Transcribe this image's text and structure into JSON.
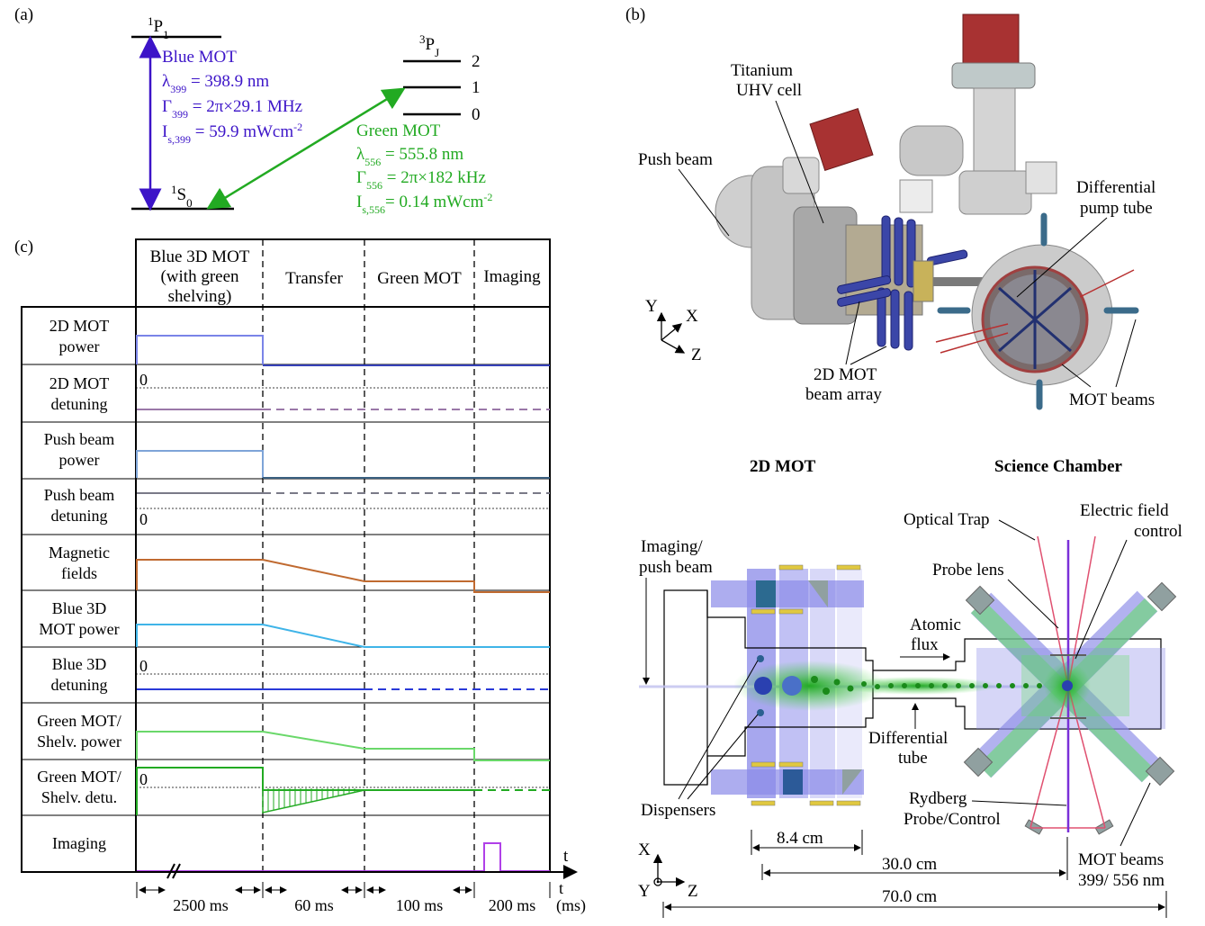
{
  "panel_a": {
    "label": "(a)",
    "level_1p1": "1",
    "level_1p1_b": "P",
    "level_1p1_c": "1",
    "level_1s0_a": "1",
    "level_1s0_b": "S",
    "level_1s0_c": "0",
    "level_3pj_a": "3",
    "level_3pj_b": "P",
    "level_3pj_c": "J",
    "sublevel_2": "2",
    "sublevel_1": "1",
    "sublevel_0": "0",
    "blue_title": "Blue MOT",
    "blue_l1": "λ399 = 398.9 nm",
    "blue_l1_a": "λ",
    "blue_l1_b": "399",
    "blue_l1_c": " = 398.9 nm",
    "blue_l2_a": "Γ",
    "blue_l2_b": "399",
    "blue_l2_c": " = 2π×29.1 MHz",
    "blue_l3_a": "I",
    "blue_l3_b": "s,399",
    "blue_l3_c": " = 59.9 mWcm",
    "blue_l3_d": "-2",
    "green_title": "Green MOT",
    "green_l1_a": "λ",
    "green_l1_b": "556",
    "green_l1_c": " = 555.8 nm",
    "green_l2_a": "Γ",
    "green_l2_b": "556",
    "green_l2_c": " = 2π×182 kHz",
    "green_l3_a": "I",
    "green_l3_b": "s,556",
    "green_l3_c": "= 0.14 mWcm",
    "green_l3_d": "-2",
    "blue_color": "#3c14c8",
    "green_color": "#22aa22"
  },
  "panel_b": {
    "label": "(b)",
    "titanium_l1": "Titanium",
    "titanium_l2": "UHV cell",
    "push_beam": "Push beam",
    "diff_l1": "Differential",
    "diff_l2": "pump tube",
    "axis_y": "Y",
    "axis_x": "X",
    "axis_z": "Z",
    "array_l1": "2D MOT",
    "array_l2": "beam array",
    "mot_beams": "MOT beams"
  },
  "panel_c": {
    "label": "(c)",
    "phases": [
      {
        "line1": "Blue 3D MOT",
        "line2": "(with green",
        "line3": "shelving)"
      },
      {
        "line1": "Transfer"
      },
      {
        "line1": "Green MOT"
      },
      {
        "line1": "Imaging"
      }
    ],
    "rows": [
      {
        "line1": "2D  MOT",
        "line2": "power"
      },
      {
        "line1": "2D  MOT",
        "line2": "detuning"
      },
      {
        "line1": "Push beam",
        "line2": "power"
      },
      {
        "line1": "Push beam",
        "line2": "detuning"
      },
      {
        "line1": "Magnetic",
        "line2": "fields"
      },
      {
        "line1": "Blue 3D",
        "line2": "MOT power"
      },
      {
        "line1": "Blue 3D",
        "line2": "detuning"
      },
      {
        "line1": "Green MOT/",
        "line2": "Shelv. power"
      },
      {
        "line1": "Green MOT/",
        "line2": "Shelv. detu."
      },
      {
        "line1": "Imaging",
        "line2": ""
      }
    ],
    "zero": "0",
    "durations": [
      "2500 ms",
      "60 ms",
      "100 ms",
      "200 ms"
    ],
    "t_label": "t",
    "unit": "(ms)"
  },
  "panel_d": {
    "title_2d": "2D MOT",
    "title_science": "Science Chamber",
    "imaging_l1": "Imaging/",
    "imaging_l2": "push beam",
    "optical_trap": "Optical Trap",
    "efield_l1": "Electric field",
    "efield_l2": "control",
    "probe_lens": "Probe lens",
    "flux_l1": "Atomic",
    "flux_l2": "flux",
    "dtube_l1": "Differential",
    "dtube_l2": "tube",
    "dispensers": "Dispensers",
    "rydberg_l1": "Rydberg",
    "rydberg_l2": "Probe/Control",
    "mot_l1": "MOT beams",
    "mot_l2": "399/ 556 nm",
    "dim_84": "8.4 cm",
    "dim_300": "30.0 cm",
    "dim_700": "70.0 cm",
    "axis_x": "X",
    "axis_y": "Y",
    "axis_z": "Z"
  }
}
